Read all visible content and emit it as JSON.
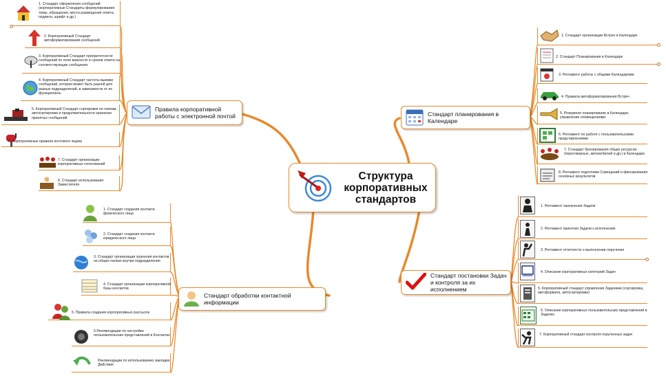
{
  "central": {
    "title": "Структура корпоративных стандартов"
  },
  "branches": {
    "email": {
      "label": "Правила корпоративной работы с электронной почтой",
      "items": [
        "1. Стандарт оформления сообщений (корпоративные Стандарты формулирования темы, обращения, места размещения ответа, подписи, шрифт и др.)",
        "2. Корпоративный Стандарт автоформатирования сообщений",
        "3. Корпоративный Стандарт приоритетности сообщений по поле важности и сроков ответа на соответствующие сообщения.",
        "4. Корпоративный Стандарт частоты выемки сообщений, которая может быть разной для разных подразделений, в зависимости от их функциональ.",
        "5. Корпоративный Стандарт сортировки по папкам, автосортировки и продолжительности хранения принятых сообщений",
        "6. Корпоративные правила почтового ящика",
        "7. Стандарт организации корпоративных голосований",
        "8. Стандарт использования Заместителя"
      ]
    },
    "contacts": {
      "label": "Стандарт обработки контактной информации",
      "items": [
        "1. Стандарт создания контакта физического лица",
        "2. Стандарт создания контакта юридического лица",
        "3. Стандарт организации хранения контактов на общих папках внутри подразделения",
        "4. Стандарт организации корпоративной базы контактов",
        "5. Правила создания корпоративных рассылок",
        "6.Рекомендации по настройке пользовательских представлений в Контактах",
        "Рекомендации по использованию закладки Действия"
      ]
    },
    "calendar": {
      "label": "Стандарт планирования в Календаре",
      "items": [
        "1. Стандарт организации Встреч в Календаре",
        "2. Стандарт Планирования в Календаре",
        "3. Регламент работы с общими Календарями",
        "4. Правила автоформатирования Встреч",
        "5. Резервное планирование в Календаре, управление оповещениями",
        "6. Регламент по работе с пользовательскими представлениями",
        "7. Стандарт бронирования общих ресурсов (переговорных, автомобилей и др.) в Календаре",
        "8. Регламент подготовки Совещаний и фиксирования основных результатов"
      ]
    },
    "tasks": {
      "label": "Стандарт постановки Задач и контроля за их исполнением",
      "items": [
        "1. Регламент назначения Задачи",
        "2. Регламент принятия Задачи к исполнению",
        "3. Регламент отчетности о выполнении поручения",
        "4. Описание корпоративных категорий Задач",
        "5. Корпоративный стандарт управления Задачами (сортировка, автоформата, автосортировки)",
        "6. Описание корпоративных пользовательских представлений в Задачах",
        "7. Корпоративный стандарт контроля порученных задач"
      ]
    }
  },
  "colors": {
    "line": "#e8892b",
    "border": "#e8892b"
  }
}
